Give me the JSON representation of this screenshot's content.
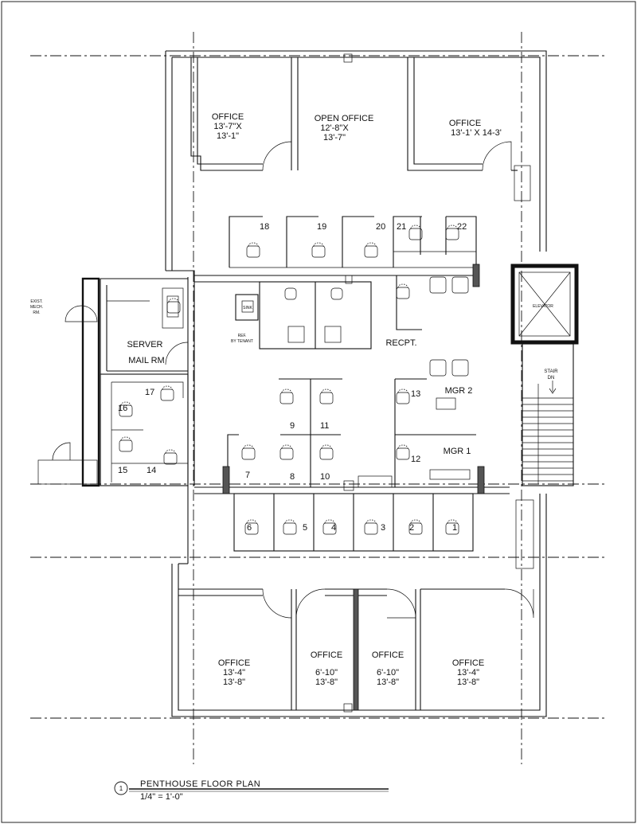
{
  "rooms": {
    "office_nw": {
      "name": "OFFICE",
      "dim1": "13'-7\"X",
      "dim2": "13'-1\""
    },
    "open_office": {
      "name": "OPEN OFFICE",
      "dim1": "12'-8\"X",
      "dim2": "13'-7\""
    },
    "office_ne": {
      "name": "OFFICE",
      "dim1": "13'-1' X 14-3'"
    },
    "server": {
      "name": "SERVER"
    },
    "mail": {
      "name": "MAIL RM"
    },
    "recept": {
      "name": "RECPT."
    },
    "mgr2": {
      "name": "MGR 2"
    },
    "mgr1": {
      "name": "MGR 1"
    },
    "stair": {
      "name": "STAIR",
      "dir": "DN"
    },
    "elevator": {
      "name": "ELEVATOR"
    },
    "exist_mech": {
      "l1": "EXIST.",
      "l2": "MECH.",
      "l3": "RM."
    },
    "ref": {
      "l1": "REF.",
      "l2": "BY TENANT"
    },
    "sink": {
      "name": "SINK"
    },
    "office_s1": {
      "name": "OFFICE",
      "dim1": "13'-4\"",
      "dim2": "13'-8\""
    },
    "office_s2": {
      "name": "OFFICE",
      "dim1": "6'-10\"",
      "dim2": "13'-8\""
    },
    "office_s3": {
      "name": "OFFICE",
      "dim1": "6'-10\"",
      "dim2": "13'-8\""
    },
    "office_s4": {
      "name": "OFFICE",
      "dim1": "13'-4\"",
      "dim2": "13'-8\""
    }
  },
  "workstations": [
    "1",
    "2",
    "3",
    "4",
    "5",
    "6",
    "7",
    "8",
    "9",
    "10",
    "11",
    "12",
    "13",
    "14",
    "15",
    "16",
    "17",
    "18",
    "19",
    "20",
    "21",
    "22"
  ],
  "title_block": {
    "number": "1",
    "title": "PENTHOUSE  FLOOR  PLAN",
    "scale": "1/4\"  =  1'-0\""
  }
}
